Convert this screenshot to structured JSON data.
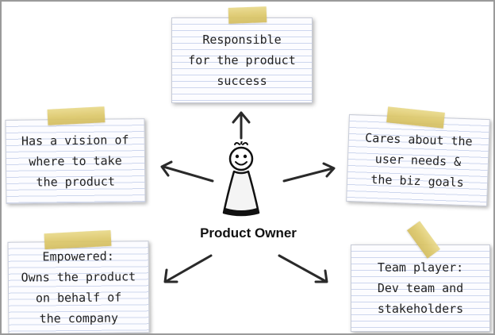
{
  "center": {
    "label": "Product Owner"
  },
  "notes": {
    "top": "Responsible\nfor the product\nsuccess",
    "left": "Has a vision of\nwhere to take\nthe product",
    "right": "Cares about the\nuser needs &\nthe biz goals",
    "bottom_left": "Empowered:\nOwns the product\non behalf of\nthe company",
    "bottom_right": "Team player:\nDev team and\nstakeholders"
  },
  "colors": {
    "tape": "#dcc769",
    "note_lines": "#cdd6ee",
    "arrow": "#2a2a2a"
  }
}
